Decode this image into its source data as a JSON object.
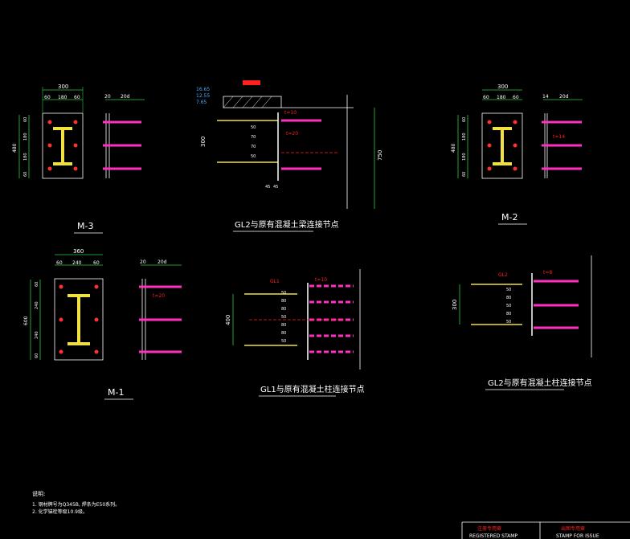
{
  "plates": {
    "m3": {
      "title": "M-3",
      "width": "300",
      "edge_left": "60",
      "center": "180",
      "edge_right": "60",
      "height": "480",
      "v_top": "60",
      "v_mid": "180",
      "v_mid2": "180",
      "v_bot": "60",
      "dim_a": "20",
      "dim_b": "20d"
    },
    "m2": {
      "title": "M-2",
      "width": "300",
      "edge_left": "60",
      "center": "180",
      "edge_right": "60",
      "height": "480",
      "v_top": "60",
      "v_mid": "180",
      "v_mid2": "180",
      "v_bot": "60",
      "dim_a": "14",
      "dim_b": "20d",
      "weld_label": "t=14"
    },
    "m1": {
      "title": "M-1",
      "width": "360",
      "edge_left": "60",
      "center": "240",
      "edge_right": "60",
      "height": "600",
      "v_top": "60",
      "v_mid": "240",
      "v_mid2": "240",
      "v_bot": "60",
      "dim_a": "20",
      "dim_b": "20d",
      "weld_label": "t=20"
    }
  },
  "details": {
    "gl2_top": {
      "title": "GL2与原有混凝土梁连接节点",
      "level_1": "16.65",
      "level_2": "12.55",
      "level_3": "7.65",
      "dim_beam": "300",
      "dim_right": "750",
      "rows": [
        "50",
        "70",
        "70",
        "50"
      ],
      "bottom": "45",
      "bottom2": "45",
      "t_label": "t=10",
      "t2_label": "t=20"
    },
    "gl1": {
      "title": "GL1与原有混凝土柱连接节点",
      "dim_beam": "400",
      "beam_label": "GL1",
      "rows": [
        "50",
        "80",
        "80",
        "50",
        "80",
        "80",
        "50"
      ],
      "t_label": "t=10"
    },
    "gl2_right": {
      "title": "GL2与原有混凝土柱连接节点",
      "dim_beam": "300",
      "beam_label": "GL2",
      "rows": [
        "50",
        "80",
        "50",
        "80",
        "50"
      ],
      "t_label": "t=8"
    }
  },
  "notes": {
    "heading": "说明:",
    "items": [
      "1. 钢材牌号为Q345B, 焊条为E50系列。",
      "2. 化学锚栓等级10.9级。"
    ]
  },
  "title_block": {
    "stamp_1": "注册专用章",
    "stamp_1_en": "REGISTERED STAMP",
    "stamp_2": "出图专用章",
    "stamp_2_en": "STAMP FOR ISSUE"
  }
}
